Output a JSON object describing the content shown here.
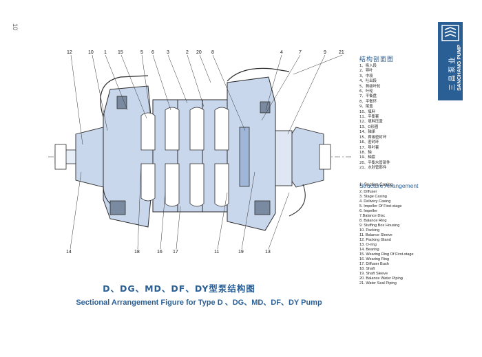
{
  "page_number": "10",
  "brand": {
    "name_cn": "三昌泵业",
    "name_en": "SANCHANG PUMP",
    "color": "#2a5f96"
  },
  "legend_cn": {
    "title": "结构剖面图",
    "items": [
      "1、吸入段",
      "2、导叶",
      "3、中段",
      "4、吐出段",
      "5、首级叶轮",
      "6、叶轮",
      "7、平衡盘",
      "8、平衡环",
      "9、尾盖",
      "10、填料",
      "11、平衡套",
      "12、填料压盖",
      "13、O形圈",
      "14、轴承",
      "15、首级密封环",
      "16、密封环",
      "17、导叶套",
      "18、轴",
      "19、轴套",
      "20、平衡水管部件",
      "21、水封管部件"
    ]
  },
  "legend_en": {
    "title": "Structure Arrangement",
    "overlay": "1. Suction Casing",
    "items": [
      "2. Diffuser",
      "3. Stage Casing",
      "4. Delivery Casing",
      "5. Impeller Of First-stage",
      "6. Impeller",
      "7.Balance Disc",
      "8. Balance Ring",
      "9. Stuffing Box Housing",
      "10. Packing",
      "11. Balance Sleeve",
      "12. Packing Gland",
      "13. O-ring",
      "14. Bearing",
      "15. Wearing Ring Of First-stage",
      "16. Wearing Ring",
      "17. Diffuser Bush",
      "18. Shaft",
      "19. Shaft Sleeve",
      "20. Balance Water Piping",
      "21. Water Seal Piping"
    ]
  },
  "callouts_top": [
    "12",
    "10",
    "1",
    "15",
    "5",
    "6",
    "3",
    "2",
    "20",
    "8",
    "4",
    "7",
    "9",
    "21"
  ],
  "callouts_bottom": [
    "14",
    "18",
    "16",
    "17",
    "11",
    "19",
    "13"
  ],
  "title_cn": "D、DG、MD、DF、DY型泵结构图",
  "title_en": "Sectional Arrangement Figure for Type D 、DG、MD、DF、DY Pump",
  "colors": {
    "outline": "#2b2b2b",
    "fill": "#c9d7ec",
    "accent": "#2a5f96",
    "shaft": "#e8eef7"
  }
}
